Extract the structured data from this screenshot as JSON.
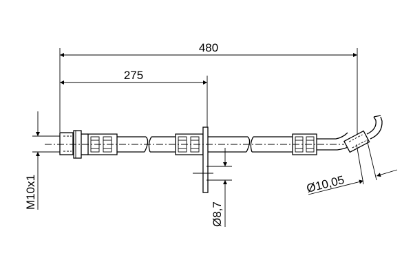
{
  "drawing": {
    "dimensions": {
      "overall_length": "480",
      "flange_position": "275",
      "thread": "M10x1",
      "hole_diameter": "Ø8,7",
      "tube_diameter": "Ø10,05"
    },
    "line_color": "#000000",
    "background": "#ffffff"
  }
}
